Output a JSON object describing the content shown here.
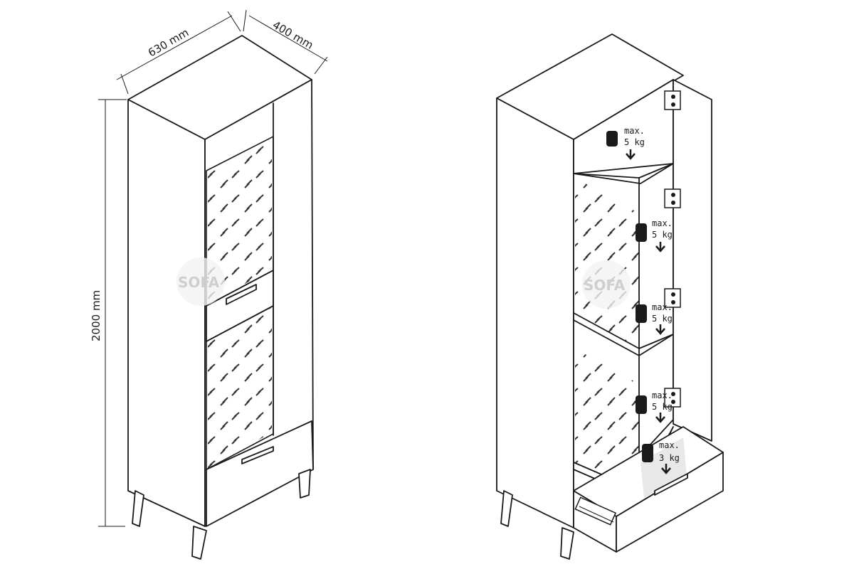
{
  "dimensions": {
    "width": "630 mm",
    "depth": "400 mm",
    "height": "2000 mm"
  },
  "load_labels": [
    {
      "line1": "max.",
      "line2": "5 kg"
    },
    {
      "line1": "max.",
      "line2": "5 kg"
    },
    {
      "line1": "max.",
      "line2": "5 kg"
    },
    {
      "line1": "max.",
      "line2": "5 kg"
    },
    {
      "line1": "max.",
      "line2": "3 kg"
    }
  ],
  "watermark": "SOFA",
  "icons": [
    "weight-icon",
    "down-arrow-icon",
    "hinge-icon",
    "drawer-runner-icon"
  ],
  "colors": {
    "line": "#1a1a1a",
    "background": "#ffffff",
    "watermark": "#cfcfcf"
  }
}
